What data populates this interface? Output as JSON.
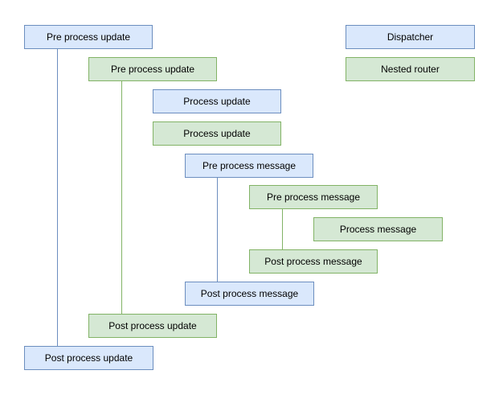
{
  "diagram": {
    "nodes": [
      {
        "label": "Pre process update",
        "kind": "blue"
      },
      {
        "label": "Dispatcher",
        "kind": "blue"
      },
      {
        "label": "Pre process update",
        "kind": "green"
      },
      {
        "label": "Nested router",
        "kind": "green"
      },
      {
        "label": "Process update",
        "kind": "blue"
      },
      {
        "label": "Process update",
        "kind": "green"
      },
      {
        "label": "Pre process message",
        "kind": "blue"
      },
      {
        "label": "Pre process message",
        "kind": "green"
      },
      {
        "label": "Process message",
        "kind": "green"
      },
      {
        "label": "Post process message",
        "kind": "green"
      },
      {
        "label": "Post process message",
        "kind": "blue"
      },
      {
        "label": "Post process update",
        "kind": "green"
      },
      {
        "label": "Post process update",
        "kind": "blue"
      }
    ],
    "colors": {
      "blue_fill": "#dae8fc",
      "blue_border": "#6c8ebf",
      "green_fill": "#d5e8d4",
      "green_border": "#82b366",
      "background": "#ffffff",
      "text": "#000000"
    }
  }
}
